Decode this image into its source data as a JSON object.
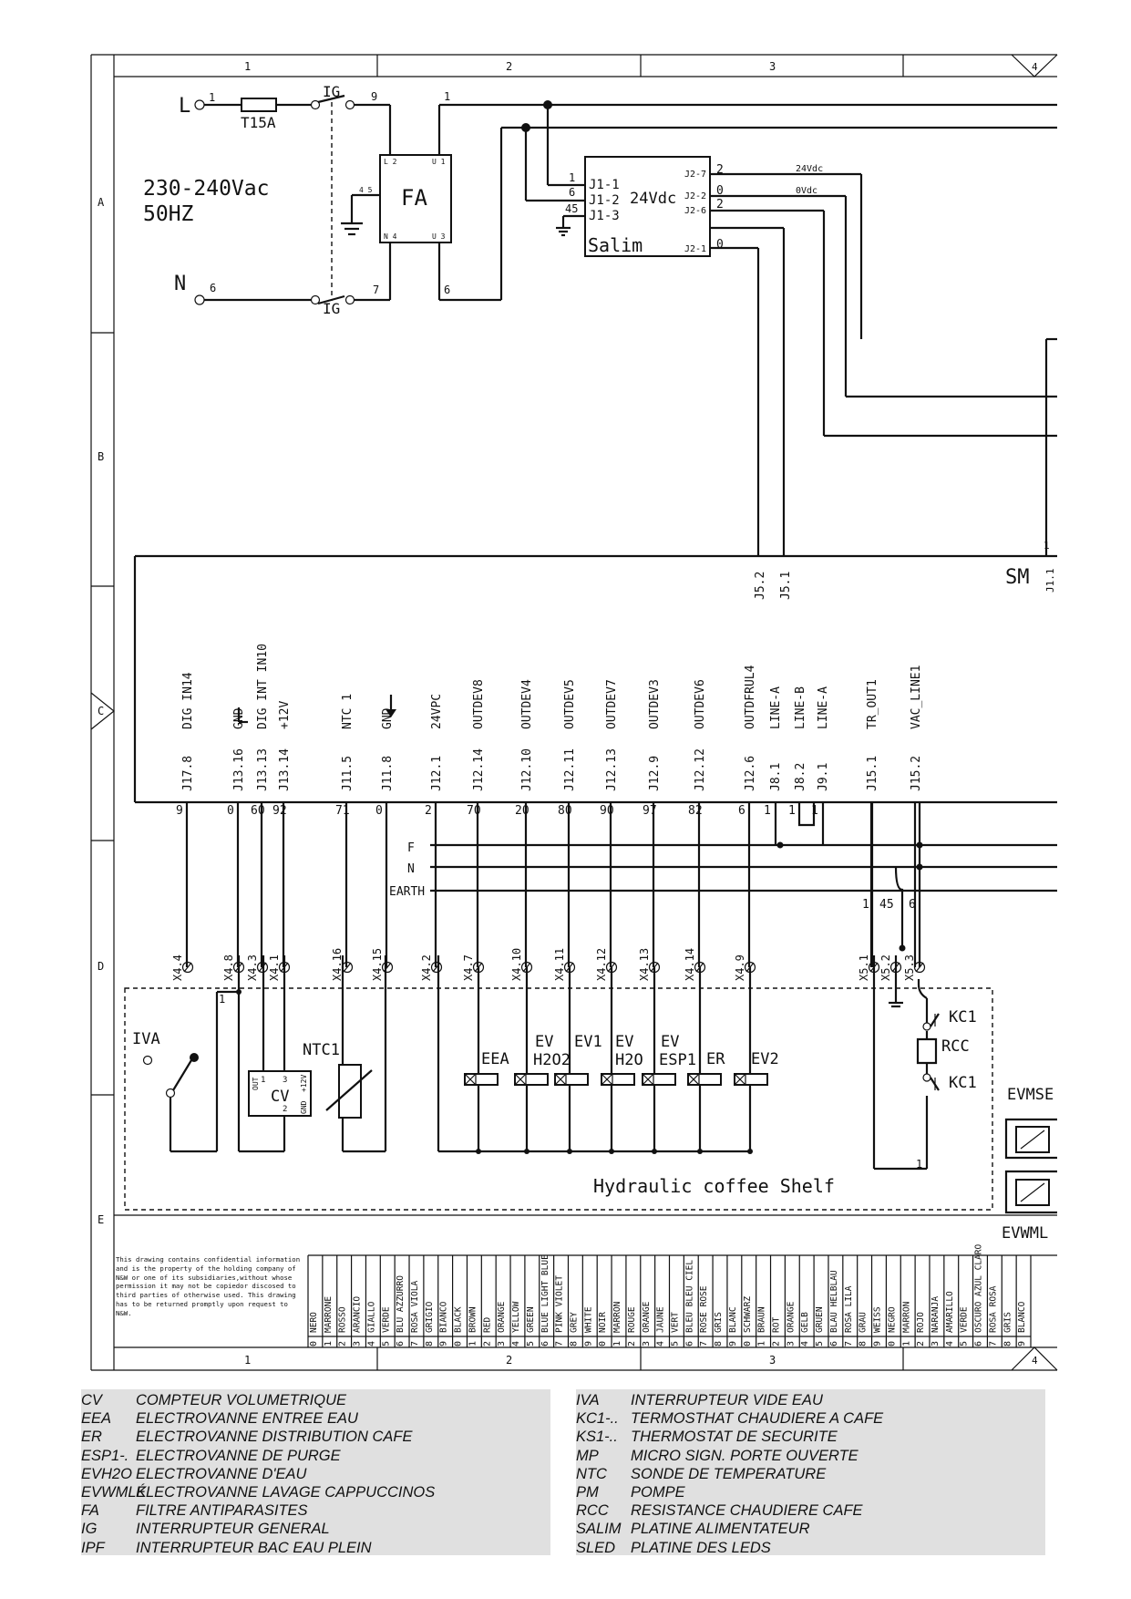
{
  "frame": {
    "columns": [
      "1",
      "2",
      "3",
      "4"
    ],
    "rows": [
      "A",
      "B",
      "C",
      "D",
      "E"
    ]
  },
  "supply": {
    "line_label": "L",
    "neutral_label": "N",
    "voltage": "230-240Vac",
    "frequency": "50HZ",
    "fuse": "T15A",
    "switch": "IG",
    "wire_numbers": [
      "1",
      "9",
      "6",
      "7",
      "1",
      "6",
      "1",
      "6",
      "45"
    ]
  },
  "filter": {
    "name": "FA",
    "pins": [
      "L 2",
      "U 1",
      "N 4",
      "U 3",
      "4 5"
    ]
  },
  "psu": {
    "name": "Salim",
    "output": "24Vdc",
    "inputs": [
      "J1-1",
      "J1-2",
      "J1-3"
    ],
    "outputs": [
      "J2-7",
      "J2-2",
      "J2-6",
      "J2-1"
    ],
    "output_wires": [
      "2",
      "0",
      "2",
      "0"
    ],
    "rail_labels": [
      "24Vdc",
      "0Vdc"
    ]
  },
  "board": {
    "name": "SM",
    "top_connectors": [
      "J5.2",
      "J5.1"
    ],
    "edge_labels": [
      "1",
      "J1.1"
    ],
    "connectors": [
      {
        "pin": "J17.8",
        "signal": "DIG IN14",
        "wire": "9"
      },
      {
        "pin": "J13.16",
        "signal": "GND",
        "wire": "0"
      },
      {
        "pin": "J13.13",
        "signal": "DIG INT IN10",
        "wire": "60"
      },
      {
        "pin": "J13.14",
        "signal": "+12V",
        "wire": "92"
      },
      {
        "pin": "J11.5",
        "signal": "NTC 1",
        "wire": "71"
      },
      {
        "pin": "J11.8",
        "signal": "GND",
        "wire": "0"
      },
      {
        "pin": "J12.1",
        "signal": "24VPC",
        "wire": "2"
      },
      {
        "pin": "J12.14",
        "signal": "OUTDEV8",
        "wire": "70"
      },
      {
        "pin": "J12.10",
        "signal": "OUTDEV4",
        "wire": "20"
      },
      {
        "pin": "J12.11",
        "signal": "OUTDEV5",
        "wire": "80"
      },
      {
        "pin": "J12.13",
        "signal": "OUTDEV7",
        "wire": "90"
      },
      {
        "pin": "J12.9",
        "signal": "OUTDEV3",
        "wire": "97"
      },
      {
        "pin": "J12.12",
        "signal": "OUTDEV6",
        "wire": "82"
      },
      {
        "pin": "J12.6",
        "signal": "OUTDFRUL4",
        "wire": "6"
      },
      {
        "pin": "J8.1",
        "signal": "LINE-A",
        "wire": "1"
      },
      {
        "pin": "J8.2",
        "signal": "LINE-B",
        "wire": "1"
      },
      {
        "pin": "J9.1",
        "signal": "LINE-A",
        "wire": "1"
      },
      {
        "pin": "J15.1",
        "signal": "TR_OUT1",
        "wire": ""
      },
      {
        "pin": "J15.2",
        "signal": "VAC_LINE1",
        "wire": ""
      }
    ]
  },
  "buses": [
    "F",
    "N",
    "EARTH"
  ],
  "bus_wires": [
    "1",
    "45",
    "6"
  ],
  "terminals": [
    "X4.4",
    "X4.8",
    "X4.3",
    "X4.1",
    "X4.16",
    "X4.15",
    "X4.2",
    "X4.7",
    "X4.10",
    "X4.11",
    "X4.12",
    "X4.13",
    "X4.14",
    "X4.9",
    "X5.1",
    "X5.2",
    "X5.3"
  ],
  "shelf": {
    "title": "Hydraulic coffee Shelf",
    "components": [
      "IVA",
      "CV",
      "NTC1",
      "EEA",
      "EV H2O2",
      "EV1",
      "EV H2O",
      "EV ESP1",
      "ER",
      "EV2",
      "KC1",
      "RCC",
      "KC1"
    ],
    "cv_pins": [
      "OUT",
      "1",
      "3",
      "+12V",
      "GND",
      "2"
    ],
    "valve_labels": [
      "EEA",
      "EV",
      "H2O2",
      "EV1",
      "EV",
      "H2O",
      "EV",
      "ESP1",
      "ER",
      "EV2"
    ],
    "marks": [
      "1",
      "1"
    ]
  },
  "right_components": [
    "EVMSE",
    "EVWML"
  ],
  "notice": "This drawing contains confidential information and is the property of the holding company of N&W or one of its subsidiaries,without whose permission it may not be copiedor discosed to third parties of otherwise used. This drawing has to be returned promptly upon request to N&W.",
  "color_table": [
    {
      "n": "0",
      "c": "NERO"
    },
    {
      "n": "1",
      "c": "MARRONE"
    },
    {
      "n": "2",
      "c": "ROSSO"
    },
    {
      "n": "3",
      "c": "ARANCIO"
    },
    {
      "n": "4",
      "c": "GIALLO"
    },
    {
      "n": "5",
      "c": "VERDE"
    },
    {
      "n": "6",
      "c": "BLU AZZURRO"
    },
    {
      "n": "7",
      "c": "ROSA VIOLA"
    },
    {
      "n": "8",
      "c": "GRIGIO"
    },
    {
      "n": "9",
      "c": "BIANCO"
    },
    {
      "n": "0",
      "c": "BLACK"
    },
    {
      "n": "1",
      "c": "BROWN"
    },
    {
      "n": "2",
      "c": "RED"
    },
    {
      "n": "3",
      "c": "ORANGE"
    },
    {
      "n": "4",
      "c": "YELLOW"
    },
    {
      "n": "5",
      "c": "GREEN"
    },
    {
      "n": "6",
      "c": "BLUE LIGHT BLUE"
    },
    {
      "n": "7",
      "c": "PINK VIOLET"
    },
    {
      "n": "8",
      "c": "GREY"
    },
    {
      "n": "9",
      "c": "WHITE"
    },
    {
      "n": "0",
      "c": "NOIR"
    },
    {
      "n": "1",
      "c": "MARRON"
    },
    {
      "n": "2",
      "c": "ROUGE"
    },
    {
      "n": "3",
      "c": "ORANGE"
    },
    {
      "n": "4",
      "c": "JAUNE"
    },
    {
      "n": "5",
      "c": "VERT"
    },
    {
      "n": "6",
      "c": "BLEU BLEU CIEL"
    },
    {
      "n": "7",
      "c": "ROSE ROSE"
    },
    {
      "n": "8",
      "c": "GRIS"
    },
    {
      "n": "9",
      "c": "BLANC"
    },
    {
      "n": "0",
      "c": "SCHWARZ"
    },
    {
      "n": "1",
      "c": "BRAUN"
    },
    {
      "n": "2",
      "c": "ROT"
    },
    {
      "n": "3",
      "c": "ORANGE"
    },
    {
      "n": "4",
      "c": "GELB"
    },
    {
      "n": "5",
      "c": "GRUEN"
    },
    {
      "n": "6",
      "c": "BLAU HELBLAU"
    },
    {
      "n": "7",
      "c": "ROSA LILA"
    },
    {
      "n": "8",
      "c": "GRAU"
    },
    {
      "n": "9",
      "c": "WEISS"
    },
    {
      "n": "0",
      "c": "NEGRO"
    },
    {
      "n": "1",
      "c": "MARRON"
    },
    {
      "n": "2",
      "c": "ROJO"
    },
    {
      "n": "3",
      "c": "NARANJA"
    },
    {
      "n": "4",
      "c": "AMARILLO"
    },
    {
      "n": "5",
      "c": "VERDE"
    },
    {
      "n": "6",
      "c": "OSCURO AZUL CLARO"
    },
    {
      "n": "7",
      "c": "ROSA ROSA"
    },
    {
      "n": "8",
      "c": "GRIS"
    },
    {
      "n": "9",
      "c": "BLANCO"
    }
  ],
  "legend_left": [
    {
      "code": "CV",
      "text": "COMPTEUR VOLUMETRIQUE"
    },
    {
      "code": "EEA",
      "text": "ELECTROVANNE ENTREE EAU"
    },
    {
      "code": "ER",
      "text": "ELECTROVANNE DISTRIBUTION CAFE"
    },
    {
      "code": "ESP1-.",
      "text": "ELECTROVANNE DE PURGE"
    },
    {
      "code": "EVH2O",
      "text": "ELECTROVANNE D'EAU"
    },
    {
      "code": "EVWMLK",
      "text": "ÉLECTROVANNE LAVAGE CAPPUCCINOS"
    },
    {
      "code": "FA",
      "text": "FILTRE ANTIPARASITES"
    },
    {
      "code": "IG",
      "text": "INTERRUPTEUR GENERAL"
    },
    {
      "code": "IPF",
      "text": "INTERRUPTEUR BAC EAU PLEIN"
    }
  ],
  "legend_right": [
    {
      "code": "IVA",
      "text": "INTERRUPTEUR  VIDE EAU"
    },
    {
      "code": "KC1-..",
      "text": "TERMOSTHAT CHAUDIERE A CAFE"
    },
    {
      "code": "KS1-..",
      "text": "THERMOSTAT DE SECURITE"
    },
    {
      "code": "MP",
      "text": "MICRO SIGN. PORTE OUVERTE"
    },
    {
      "code": "NTC",
      "text": "SONDE DE TEMPERATURE"
    },
    {
      "code": "PM",
      "text": "POMPE"
    },
    {
      "code": "RCC",
      "text": "RESISTANCE CHAUDIERE CAFE"
    },
    {
      "code": "SALIM",
      "text": "PLATINE ALIMENTATEUR"
    },
    {
      "code": "SLED",
      "text": "PLATINE DES LEDS"
    }
  ]
}
